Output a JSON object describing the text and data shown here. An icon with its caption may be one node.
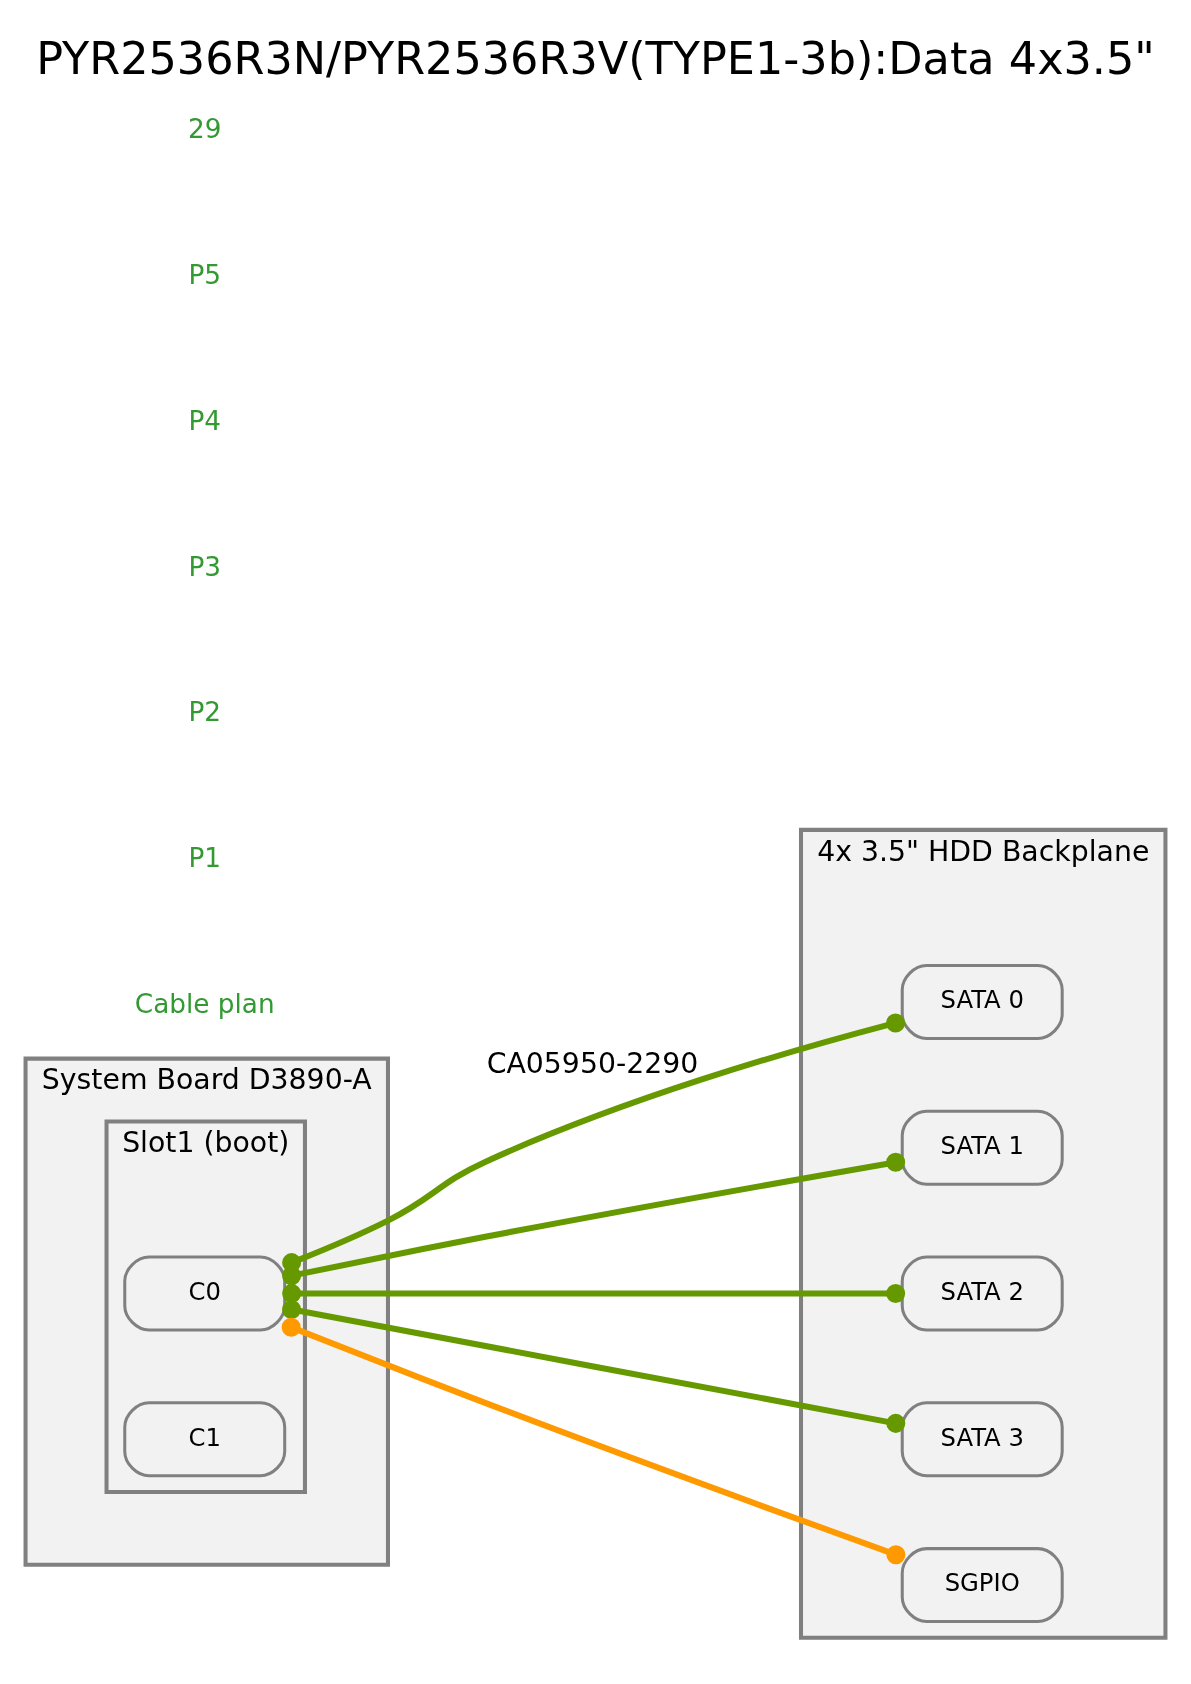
{
  "diagram": {
    "title": "PYR2536R3N/PYR2536R3V(TYPE1-3b):Data 4x3.5\"",
    "nodes": [
      {
        "text": [
          "System Board D3890-A"
        ]
      },
      {
        "text": [
          "Slot1 (boot)"
        ],
        "in": 0
      },
      {
        "text": [
          "C0"
        ],
        "in": 1
      },
      {
        "text": [
          "C1"
        ],
        "in": 1
      },
      {
        "text": [
          "4x 3.5\" HDD Backplane"
        ]
      },
      {
        "text": [
          "SATA 0"
        ],
        "in": 4
      },
      {
        "text": [
          "SATA 1"
        ],
        "in": 4
      },
      {
        "text": [
          "SATA 2"
        ],
        "in": 4
      },
      {
        "text": [
          "SATA 3"
        ],
        "in": 4
      },
      {
        "text": [
          "SGPIO"
        ],
        "in": 4
      }
    ],
    "edges": [
      {
        "from": 2,
        "to": 5,
        "arrow": "other",
        "label": "CA05950-2290"
      },
      {
        "from": 2,
        "to": 6,
        "arrow": "other"
      },
      {
        "from": 2,
        "to": 7,
        "arrow": "other"
      },
      {
        "from": 2,
        "to": 8,
        "arrow": "other"
      },
      {
        "from": 2,
        "to": 9,
        "arrow": "other",
        "color": "#ff9900"
      }
    ],
    "labels": [
      "Cable plan",
      "P1",
      "P2",
      "P3",
      "P4",
      "P5",
      "29"
    ]
  }
}
